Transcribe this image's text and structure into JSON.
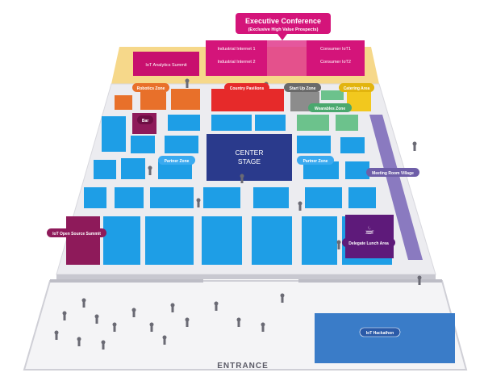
{
  "header": {
    "title": "Executive Conference",
    "subtitle": "(Exclusive High Value Prospects)"
  },
  "rooms": {
    "iot_analytics_summit": "IoT Analytics Summit",
    "industrial_internet_1": "Industrial Internet 1",
    "industrial_internet_2": "Industrial Internet 2",
    "consumer_iot_1": "Consumer IoT1",
    "consumer_iot_2": "Consumer IoT2"
  },
  "zones": {
    "robotics_zone": "Robotics Zone",
    "country_pavilions": "Country Pavilions",
    "start_up_zone": "Start Up Zone",
    "catering_area": "Catering Area",
    "wearables_zone": "Wearables Zone",
    "bar": "Bar",
    "partner_zone_left": "Partner Zone",
    "partner_zone_right": "Partner Zone",
    "meeting_room_village": "Meeting Room Village",
    "iot_open_source_summit": "IoT Open Source Summit",
    "delegate_lunch_area": "Delegate Lunch Area",
    "iot_hackathon": "IoT Hackathon"
  },
  "center_stage": {
    "line1": "CENTER",
    "line2": "STAGE"
  },
  "entrance": "ENTRANCE",
  "colors": {
    "magenta": "#d4147a",
    "purple": "#8e1a5a",
    "blue": "#1e9ee6",
    "navy": "#2a3a8c",
    "orange": "#e8702a",
    "red": "#e62a2a",
    "grey": "#8c8c8c",
    "green": "#6cc28c",
    "yellow": "#f2c81e",
    "lavender": "#8a7ac0",
    "floor": "#e8e8ec",
    "hackathon": "#3a7cc8"
  }
}
